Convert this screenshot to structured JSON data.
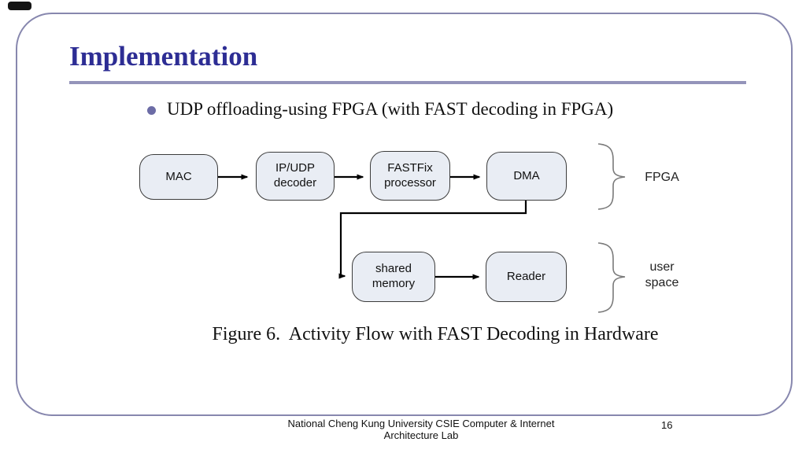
{
  "slide": {
    "title": "Implementation",
    "bullet": "UDP offloading-using FPGA (with FAST decoding in FPGA)",
    "caption": "Figure 6.  Activity Flow with FAST Decoding in Hardware",
    "footer_line1": "National Cheng Kung University CSIE Computer & Internet",
    "footer_line2": "Architecture Lab",
    "page_number": "16"
  },
  "diagram": {
    "nodes": [
      {
        "id": "mac",
        "label": "MAC"
      },
      {
        "id": "ip-udp-decoder",
        "label": "IP/UDP\ndecoder"
      },
      {
        "id": "fastfix-processor",
        "label": "FASTFix\nprocessor"
      },
      {
        "id": "dma",
        "label": "DMA"
      },
      {
        "id": "shared-memory",
        "label": "shared\nmemory"
      },
      {
        "id": "reader",
        "label": "Reader"
      }
    ],
    "flow": [
      "MAC -> IP/UDP decoder",
      "IP/UDP decoder -> FASTFix processor",
      "FASTFix processor -> DMA",
      "DMA -> shared memory",
      "shared memory -> Reader"
    ],
    "groups": [
      {
        "label": "FPGA",
        "members": [
          "MAC",
          "IP/UDP decoder",
          "FASTFix processor",
          "DMA"
        ]
      },
      {
        "label": "user\nspace",
        "members": [
          "shared memory",
          "Reader"
        ]
      }
    ]
  },
  "colors": {
    "frame_border": "#8787ae",
    "title_text": "#2d2d94",
    "title_rule": "#9494ba",
    "bullet_dot": "#6c6ca6",
    "node_fill": "#e9edf4",
    "node_border": "#3c3c3c",
    "connector": "#000000",
    "brace": "#7a7a7a"
  }
}
